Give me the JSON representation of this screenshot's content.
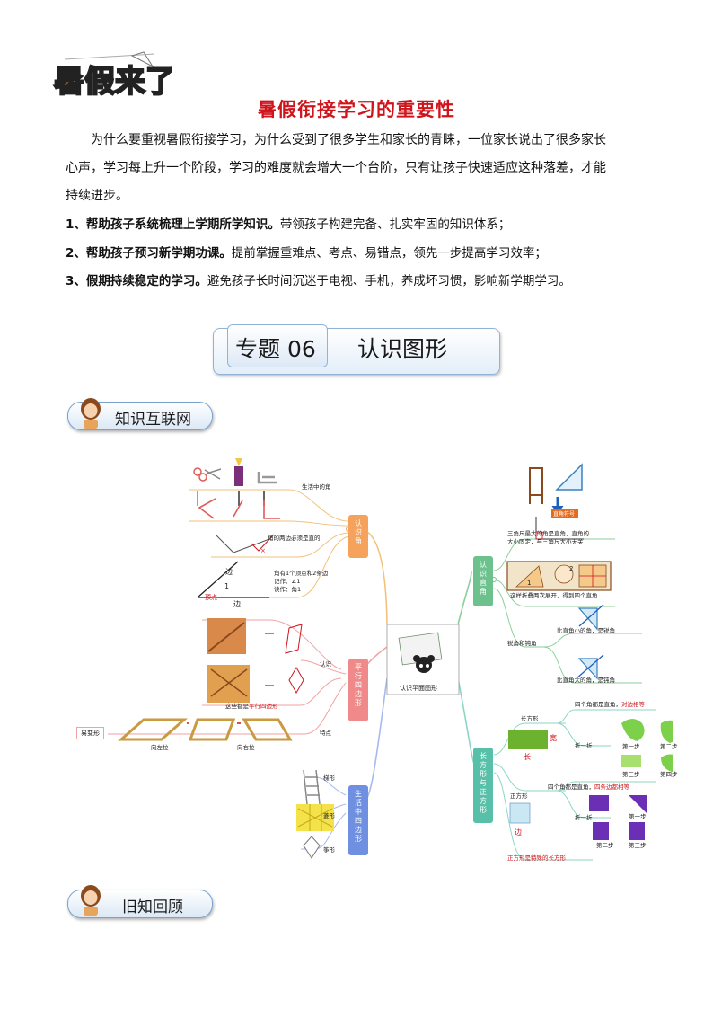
{
  "logo_text": "暑假来了",
  "title": "暑假衔接学习的重要性",
  "intro": "为什么要重视暑假衔接学习，为什么受到了很多学生和家长的青睐，一位家长说出了很多家长心声，学习每上升一个阶段，学习的难度就会增大一个台阶，只有让孩子快速适应这种落差，才能持续进步。",
  "intro_lines": [
    "为什么要重视暑假衔接学习，为什么受到了很多学生和家长的青睐，一位家长说出了很多家长",
    "心声，学习每上升一个阶段，学习的难度就会增大一个台阶，只有让孩子快速适应这种落差，才能",
    "持续进步。"
  ],
  "points": [
    {
      "num": "1、",
      "bold": "帮助孩子系统梳理上学期所学知识。",
      "text": "带领孩子构建完备、扎实牢固的知识体系；"
    },
    {
      "num": "2、",
      "bold": "帮助孩子预习新学期功课。",
      "text": "提前掌握重难点、考点、易错点，领先一步提高学习效率；"
    },
    {
      "num": "3、",
      "bold": "假期持续稳定的学习。",
      "text": "避免孩子长时间沉迷于电视、手机，养成坏习惯，影响新学期学习。"
    }
  ],
  "topic": {
    "number": "专题 06",
    "name": "认识图形"
  },
  "sections": {
    "knowledge_net": "知识互联网",
    "review": "旧知回顾"
  },
  "mindmap": {
    "center": "认识平面图形",
    "left": {
      "angle": {
        "title_chars": [
          "认",
          "识",
          "角"
        ],
        "life_angle": "生活中的角",
        "rule": "角的两边必须是直的",
        "parts": [
          "角有1个顶点和2条边",
          "记作：∠1",
          "读作：角1"
        ],
        "edge": "边",
        "vertex": "顶点",
        "mark": "1"
      },
      "parallelogram": {
        "title_chars": [
          "平",
          "行",
          "四",
          "边",
          "形"
        ],
        "recognize": "认识",
        "all_are": "这些都是",
        "all_are_red": "平行四边形",
        "feature": "特点",
        "deform": "易变形",
        "pull_left": "向左拉",
        "pull_right": "向右拉"
      },
      "life_quads": {
        "title_chars": [
          "生",
          "活",
          "中",
          "四",
          "边",
          "形"
        ],
        "items": [
          "梯形",
          "菱形",
          "筝形"
        ]
      }
    },
    "right": {
      "right_angle": {
        "title_chars": [
          "认",
          "识",
          "直",
          "角"
        ],
        "symbol": "直角符号",
        "triangle_note_1": "三角尺最大的角是直角，直角的",
        "triangle_note_2": "大小固定，与三角尺大小无关",
        "fold_note": "这样折叠两次展开，得到四个直角",
        "fold_steps": [
          "1",
          "2"
        ],
        "acute_obtuse": "锐角和钝角",
        "acute": "比直角小的角，是锐角",
        "obtuse": "比直角大的角，是钝角"
      },
      "rect_square": {
        "title_chars": [
          "长",
          "方",
          "形",
          "与",
          "正",
          "方",
          "形"
        ],
        "rectangle": "长方形",
        "rect_corners": "四个角都是直角，",
        "rect_corners_red": "对边相等",
        "width": "宽",
        "length": "长",
        "fold_once": "折一折",
        "steps": [
          "第一步",
          "第二步",
          "第三步",
          "第四步"
        ],
        "square": "正方形",
        "sq_corners": "四个角都是直角，",
        "sq_corners_red": "四条边都相等",
        "side": "边",
        "sq_steps": [
          "第一步",
          "第二步",
          "第三步"
        ],
        "special": "正方形是特殊的长方形"
      }
    }
  },
  "colors": {
    "title_red": "#d0141c",
    "angle_orange": "#f5a25d",
    "para_pink": "#f08a8a",
    "life_blue": "#6f8fe0",
    "right_green": "#6cc18d",
    "rect_teal": "#58c0a8",
    "branch_left": "#e9a070",
    "branch_right": "#8ccf9c"
  }
}
